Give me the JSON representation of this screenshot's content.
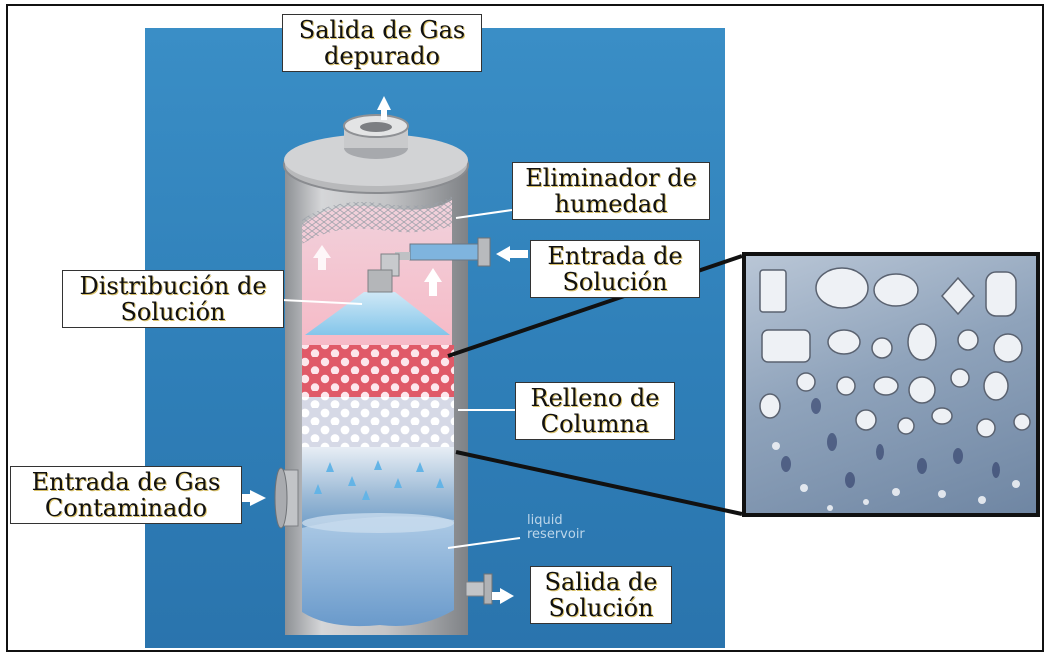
{
  "labels": {
    "gas_out": [
      "Salida de Gas",
      "depurado"
    ],
    "mist_eliminator": [
      "Eliminador de",
      "humedad"
    ],
    "solution_in": [
      "Entrada de",
      "Solución"
    ],
    "distribution": [
      "Distribución de",
      "Solución"
    ],
    "packing": [
      "Relleno de",
      "Columna"
    ],
    "gas_in": [
      "Entrada de Gas",
      "Contaminado"
    ],
    "solution_out": [
      "Salida de",
      "Solución"
    ],
    "liquid_reservoir": [
      "liquid",
      "reservoir"
    ]
  },
  "colors": {
    "background_panel": "#2f7fb8",
    "vessel": "#c8c9cb",
    "packing_red": "#e0606a",
    "spray": "#9fd3f0"
  }
}
